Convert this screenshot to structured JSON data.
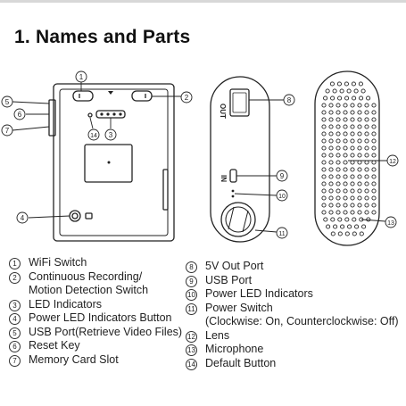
{
  "title": "1. Names and Parts",
  "figure": {
    "callouts": [
      "1",
      "2",
      "5",
      "6",
      "7",
      "14",
      "3",
      "4",
      "8",
      "9",
      "10",
      "11",
      "12",
      "13"
    ],
    "device_labels": {
      "out": "OUT",
      "in": "IN"
    }
  },
  "legend_left": [
    {
      "num": "1",
      "label": "WiFi Switch"
    },
    {
      "num": "2",
      "label": "Continuous Recording/\nMotion Detection Switch"
    },
    {
      "num": "3",
      "label": "LED Indicators"
    },
    {
      "num": "4",
      "label": "Power LED Indicators Button"
    },
    {
      "num": "5",
      "label": "USB Port(Retrieve Video Files)"
    },
    {
      "num": "6",
      "label": "Reset Key"
    },
    {
      "num": "7",
      "label": "Memory Card Slot"
    }
  ],
  "legend_right": [
    {
      "num": "8",
      "label": "5V Out Port"
    },
    {
      "num": "9",
      "label": "USB Port"
    },
    {
      "num": "10",
      "label": "Power LED Indicators"
    },
    {
      "num": "11",
      "label": "Power Switch\n(Clockwise: On, Counterclockwise: Off)"
    },
    {
      "num": "12",
      "label": "Lens"
    },
    {
      "num": "13",
      "label": "Microphone"
    },
    {
      "num": "14",
      "label": "Default Button"
    }
  ]
}
